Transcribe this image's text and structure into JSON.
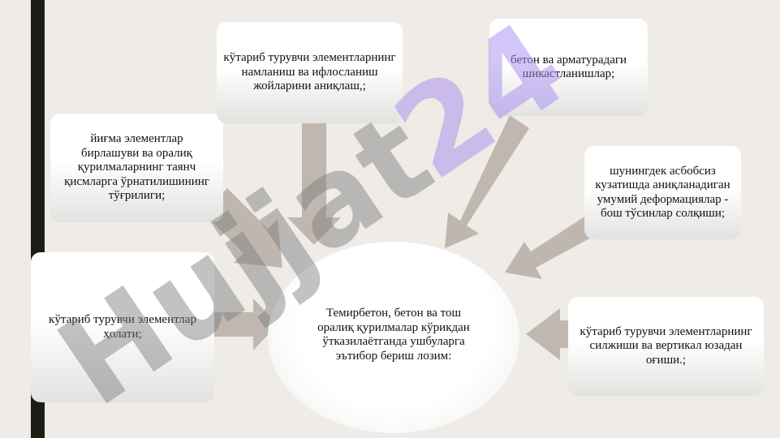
{
  "diagram": {
    "center": "Темирбетон, бетон ва тош оралиқ қурилмалар кўрикдан ўтказилаётганда ушбуларга эътибор бериш лозим:",
    "items": [
      "кўтариб турувчи элементлар ҳолати;",
      "йиғма элементлар бирлашуви ва оралиқ қурилмаларнинг таянч қисмларга ўрнатилишининг тўғрилиги;",
      "кўтариб турувчи элементларнинг намланиш ва ифлосланиш жойларини аниқлаш,;",
      "бетон ва арматурадаги шикастланишлар;",
      "шунингдек асбобсиз кузатишда аниқланадиган умумий деформациялар - бош тўсинлар солқиши;",
      "кўтариб турувчи элементларнинг силжиши ва вертикал юзадан оғиши.;"
    ]
  },
  "watermark": {
    "text": "Hujjat24",
    "colors": [
      "#7a7a7a",
      "#a68cf0"
    ]
  },
  "colors": {
    "background": "#efebe6",
    "arrow": "#b7afa6",
    "sidebar": "#1d1d16"
  }
}
